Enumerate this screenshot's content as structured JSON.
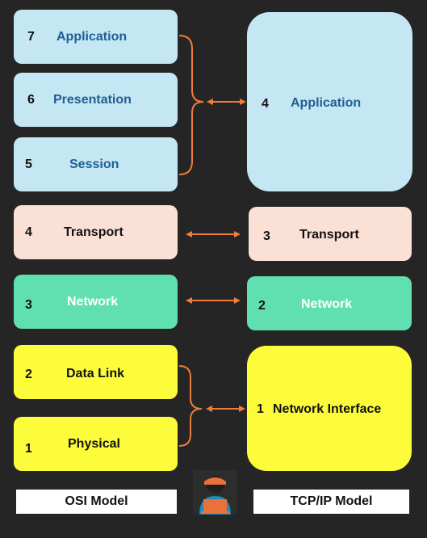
{
  "osi": {
    "application": {
      "num": "7",
      "label": "Application"
    },
    "presentation": {
      "num": "6",
      "label": "Presentation"
    },
    "session": {
      "num": "5",
      "label": "Session"
    },
    "transport": {
      "num": "4",
      "label": "Transport"
    },
    "network": {
      "num": "3",
      "label": "Network"
    },
    "datalink": {
      "num": "2",
      "label": "Data Link"
    },
    "physical": {
      "num": "1",
      "label": "Physical"
    }
  },
  "tcpip": {
    "application": {
      "num": "4",
      "label": "Application"
    },
    "transport": {
      "num": "3",
      "label": "Transport"
    },
    "network": {
      "num": "2",
      "label": "Network"
    },
    "network_interface": {
      "num": "1",
      "label": "Network Interface"
    }
  },
  "footer": {
    "osi_label": "OSI Model",
    "tcpip_label": "TCP/IP Model"
  },
  "colors": {
    "upper_layers": "#c5e6f3",
    "transport": "#fbe0d6",
    "network": "#60dfb1",
    "lower_layers": "#fdfc3a",
    "connector": "#ee7d3b"
  },
  "icons": {
    "center": "hacker-laptop-icon"
  }
}
